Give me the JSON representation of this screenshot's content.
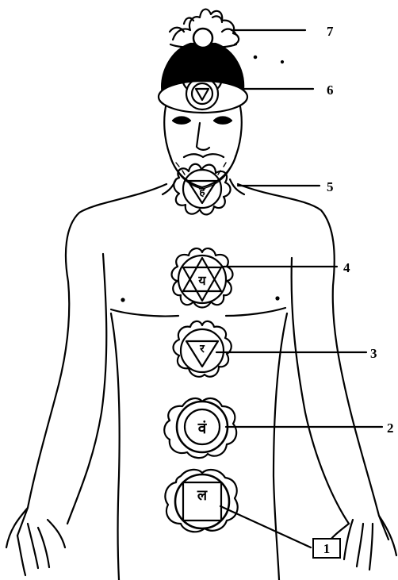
{
  "diagram": {
    "markers": [
      {
        "id": "7",
        "text": "7"
      },
      {
        "id": "6",
        "text": "6"
      },
      {
        "id": "5",
        "text": "5"
      },
      {
        "id": "4",
        "text": "4"
      },
      {
        "id": "3",
        "text": "3"
      },
      {
        "id": "2",
        "text": "2"
      },
      {
        "id": "1",
        "text": "1",
        "boxed": true
      }
    ],
    "glyphs": {
      "heart": "य",
      "navel": "र",
      "sacral": "वं",
      "root": "ल",
      "throat": "ह"
    },
    "colors": {
      "ink": "#000000",
      "paper": "#ffffff"
    }
  }
}
